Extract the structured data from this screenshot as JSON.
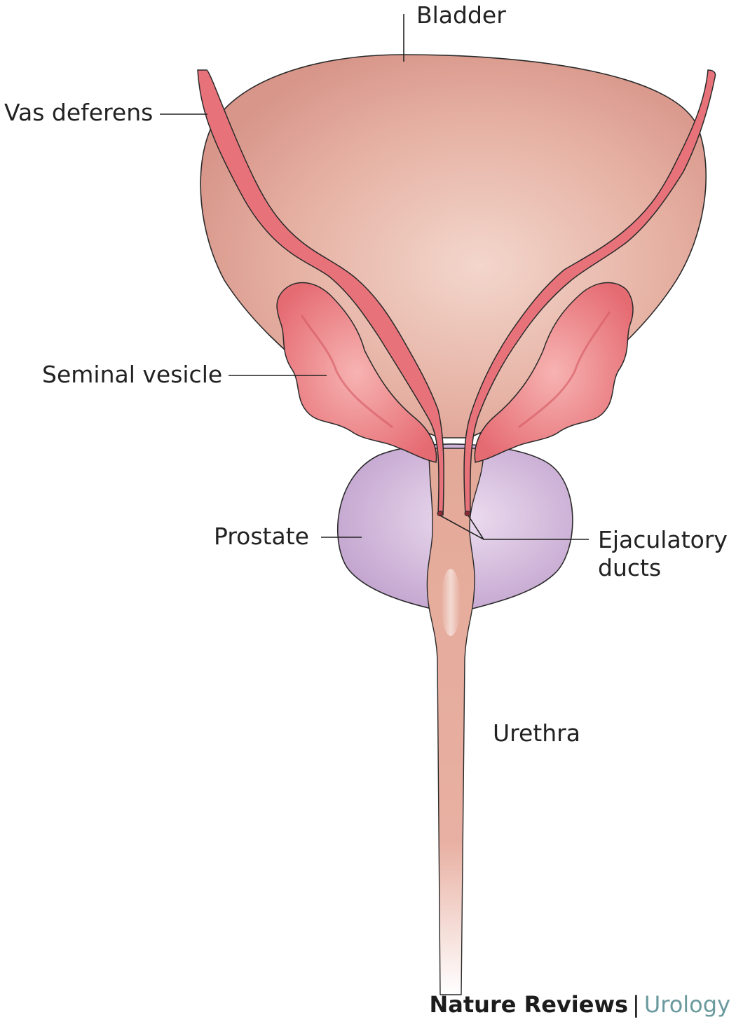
{
  "labels": {
    "bladder": "Bladder",
    "vas_deferens": "Vas deferens",
    "seminal_vesicle": "Seminal vesicle",
    "prostate": "Prostate",
    "ejaculatory_ducts_line1": "Ejaculatory",
    "ejaculatory_ducts_line2": "ducts",
    "urethra": "Urethra"
  },
  "footer": {
    "brand": "Nature Reviews",
    "separator": "|",
    "journal": "Urology"
  },
  "colors": {
    "bladder": "#e0a392",
    "bladder_highlight": "#f3d6cc",
    "vas_deferens": "#e8727a",
    "seminal_vesicle": "#e8727a",
    "prostate": "#cbb1d6",
    "journal_accent": "#6b9a9e"
  }
}
